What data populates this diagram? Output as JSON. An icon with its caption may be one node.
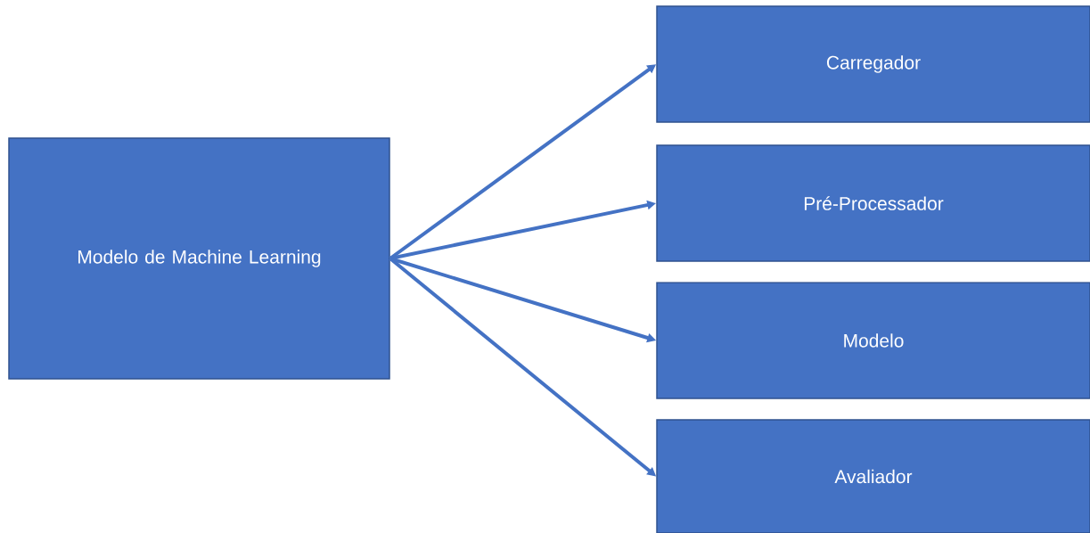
{
  "diagram": {
    "nodes": [
      {
        "text": [
          "Modelo de Machine Learning"
        ]
      },
      {
        "text": [
          "Carregador"
        ]
      },
      {
        "text": [
          "Pré-Processador"
        ]
      },
      {
        "text": [
          "Modelo"
        ]
      },
      {
        "text": [
          "Avaliador"
        ]
      }
    ],
    "edges": [
      {
        "from": 0,
        "to": 1,
        "arrow": "to"
      },
      {
        "from": 0,
        "to": 2,
        "arrow": "to"
      },
      {
        "from": 0,
        "to": 3,
        "arrow": "to"
      },
      {
        "from": 0,
        "to": 4,
        "arrow": "to"
      }
    ]
  }
}
